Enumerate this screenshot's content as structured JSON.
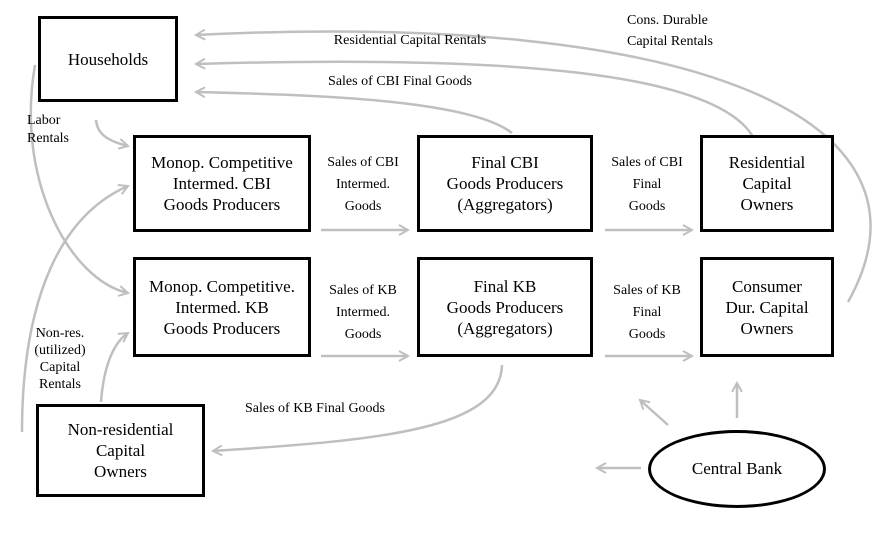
{
  "colors": {
    "line": "#000000",
    "arrow": "#bfbfbf",
    "background": "#ffffff"
  },
  "nodes": {
    "households": "Households",
    "mono_cbi": "Monop. Competitive\nIntermed. CBI\nGoods Producers",
    "final_cbi": "Final CBI\nGoods Producers\n(Aggregators)",
    "residential": "Residential\nCapital\nOwners",
    "mono_kb": "Monop. Competitive.\nIntermed. KB\nGoods Producers",
    "final_kb": "Final KB\nGoods Producers\n(Aggregators)",
    "consumer_dur": "Consumer\nDur. Capital\nOwners",
    "nonres": "Non-residential\nCapital\nOwners",
    "central_bank": "Central Bank"
  },
  "labels": {
    "cons_durable": "Cons. Durable\nCapital Rentals",
    "residential_rentals": "Residential Capital Rentals",
    "sales_cbi_final_goods": "Sales of CBI Final Goods",
    "labor_rentals": "Labor\nRentals",
    "sales_cbi_intermed": "Sales of CBI\nIntermed.\nGoods",
    "sales_cbi_final": "Sales of CBI\nFinal\nGoods",
    "sales_kb_intermed": "Sales of KB\nIntermed.\nGoods",
    "sales_kb_final": "Sales of KB\nFinal\nGoods",
    "nonres_rentals": "Non-res.\n(utilized)\nCapital\nRentals",
    "sales_kb_final_goods": "Sales of KB Final Goods"
  }
}
